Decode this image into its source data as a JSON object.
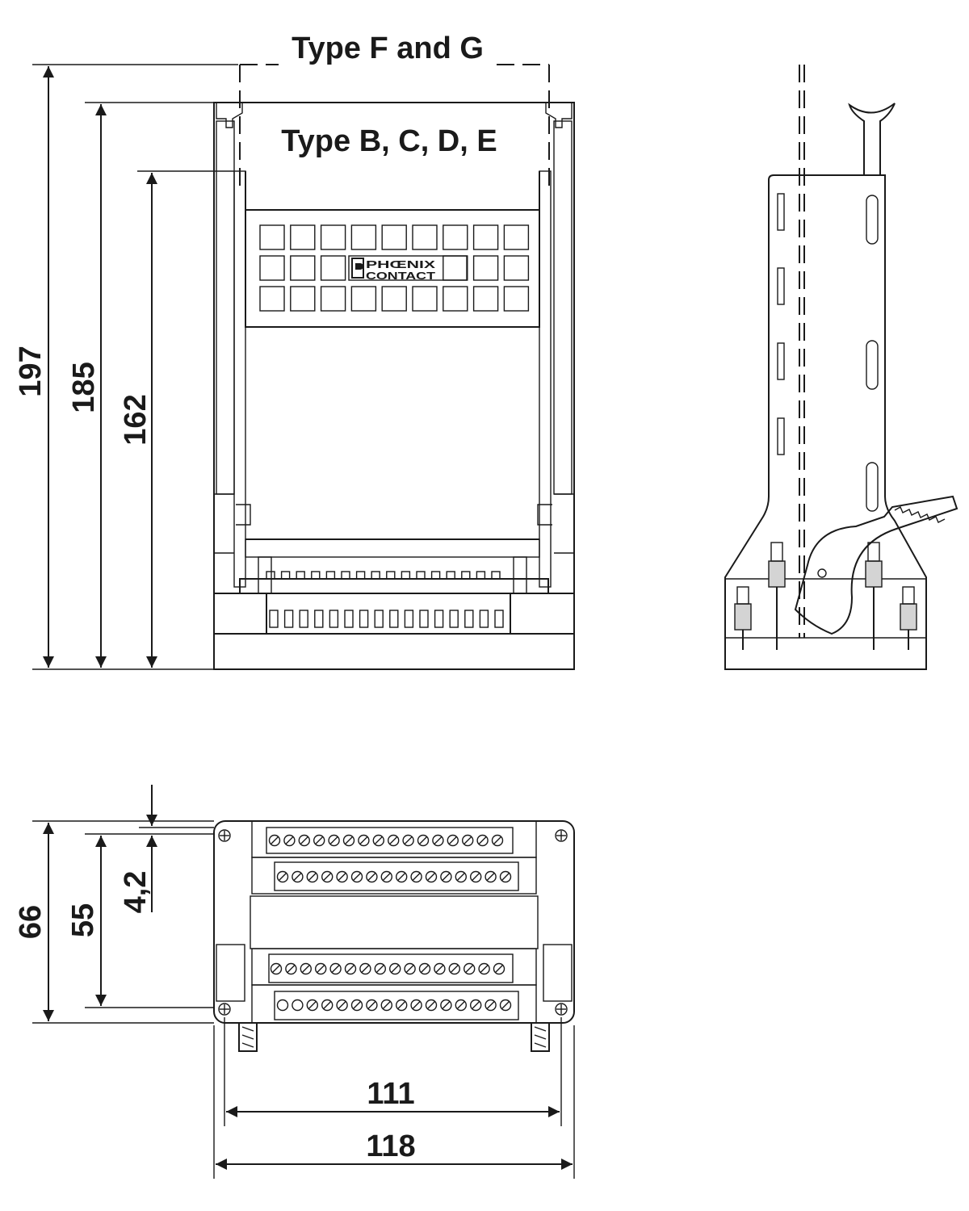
{
  "labels": {
    "type_fg": "Type F and G",
    "type_bcde": "Type B, C, D, E",
    "brand_line1": "PHŒNIX",
    "brand_line2": "CONTACT"
  },
  "dimensions": {
    "height_overall": "197",
    "height_mid": "185",
    "height_inner": "162",
    "depth_overall": "66",
    "depth_inner": "55",
    "offset": "4,2",
    "width_inner": "111",
    "width_overall": "118"
  },
  "colors": {
    "line": "#1a1a1a",
    "terminal_fill": "#d4d4d4"
  }
}
